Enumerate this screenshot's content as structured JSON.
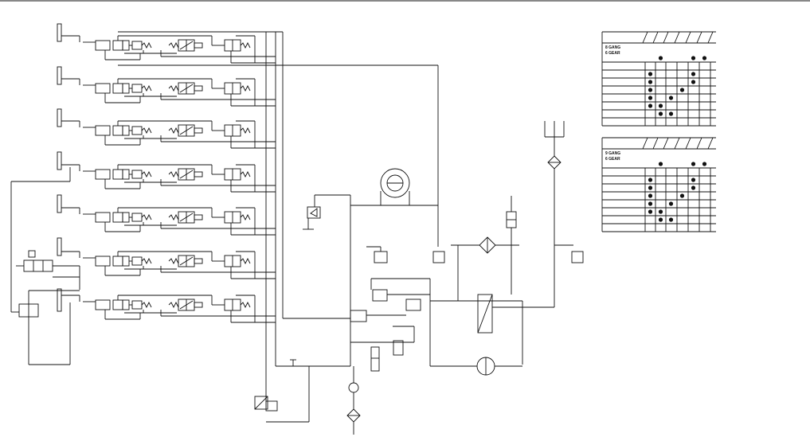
{
  "tables": [
    {
      "id": "upper",
      "header_lines": [
        "8 GANG",
        "6 GEAR"
      ],
      "dots": [
        [
          0,
          2
        ],
        [
          0,
          5
        ],
        [
          0,
          6
        ],
        [
          2,
          1
        ],
        [
          2,
          5
        ],
        [
          3,
          1
        ],
        [
          3,
          5
        ],
        [
          4,
          1
        ],
        [
          4,
          4
        ],
        [
          5,
          1
        ],
        [
          5,
          3
        ],
        [
          6,
          1
        ],
        [
          6,
          2
        ],
        [
          7,
          2
        ],
        [
          7,
          3
        ]
      ]
    },
    {
      "id": "lower",
      "header_lines": [
        "9 GANG",
        "6 GEAR"
      ],
      "dots": [
        [
          0,
          2
        ],
        [
          0,
          5
        ],
        [
          0,
          6
        ],
        [
          2,
          1
        ],
        [
          2,
          5
        ],
        [
          3,
          1
        ],
        [
          3,
          5
        ],
        [
          4,
          1
        ],
        [
          4,
          4
        ],
        [
          5,
          1
        ],
        [
          5,
          3
        ],
        [
          6,
          1
        ],
        [
          6,
          2
        ],
        [
          7,
          2
        ],
        [
          7,
          3
        ]
      ]
    }
  ],
  "legend_colors": {
    "line": "#111111",
    "background": "#ffffff"
  }
}
